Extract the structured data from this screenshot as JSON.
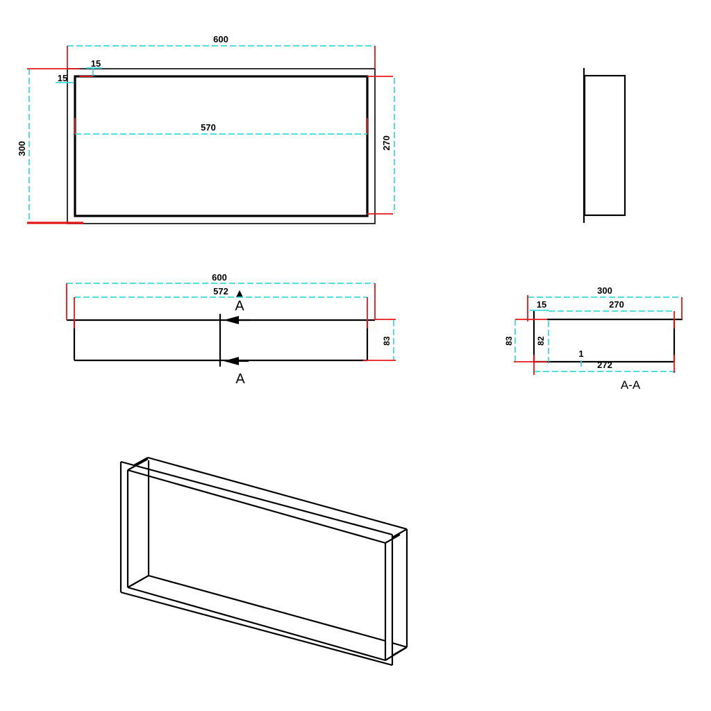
{
  "drawing": {
    "type": "technical-drawing",
    "views": {
      "front": {
        "width": "600",
        "height": "300",
        "opening_width": "570",
        "opening_height": "270",
        "offset_top": "15",
        "offset_left": "15"
      },
      "side": {},
      "top": {
        "width": "600",
        "body_width": "572",
        "depth": "83",
        "section_letter_top": "A",
        "section_letter_bottom": "A"
      },
      "section": {
        "label": "A-A",
        "width": "300",
        "opening_width": "270",
        "flange_offset": "15",
        "depth": "83",
        "inner_depth": "82",
        "wall_thickness": "1",
        "inner_width": "272"
      },
      "isometric": {}
    },
    "colors": {
      "object_lines": "#000000",
      "dimension_lines": "#35dcdc",
      "extension_lines": "#e61717",
      "background": "#ffffff"
    }
  }
}
